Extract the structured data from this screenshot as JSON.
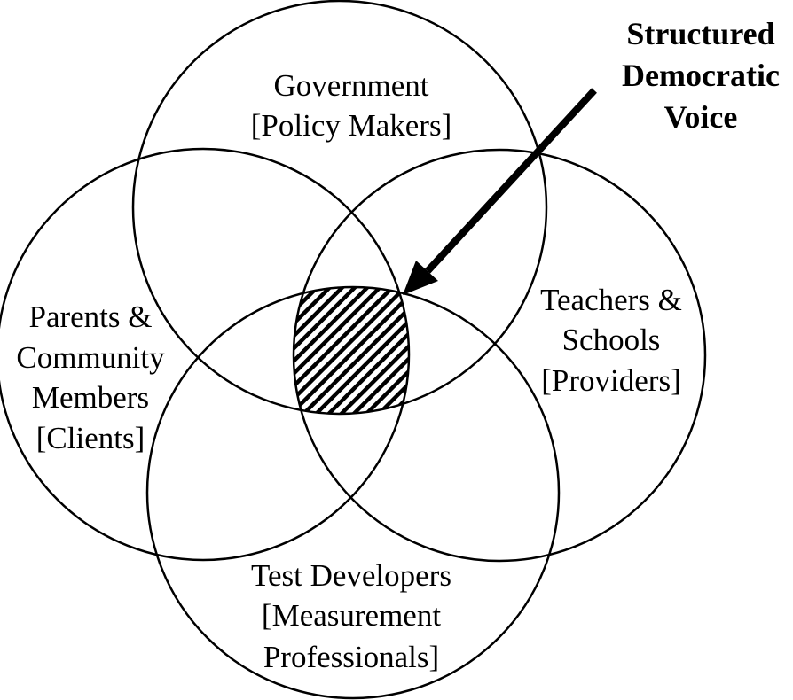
{
  "diagram": {
    "sets": [
      {
        "id": "government",
        "lines": [
          "Government",
          "[Policy Makers]"
        ]
      },
      {
        "id": "parents",
        "lines": [
          "Parents &",
          "Community",
          "Members",
          "[Clients]"
        ]
      },
      {
        "id": "teachers",
        "lines": [
          "Teachers &",
          "Schools",
          "[Providers]"
        ]
      },
      {
        "id": "test-developers",
        "lines": [
          "Test Developers",
          "[Measurement",
          "Professionals]"
        ]
      }
    ],
    "callout": {
      "lines": [
        "Structured",
        "Democratic",
        "Voice"
      ]
    }
  }
}
